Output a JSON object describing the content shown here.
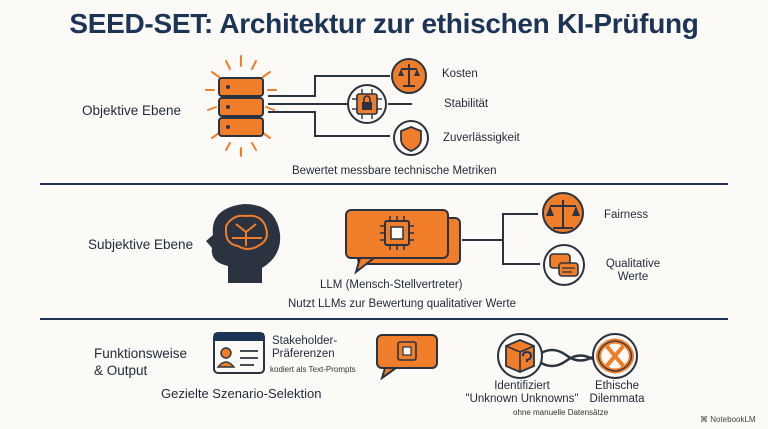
{
  "title": "SEED-SET: Architektur zur ethischen KI-Prüfung",
  "objective": {
    "label": "Objektive Ebene",
    "items": [
      "Kosten",
      "Stabilität",
      "Zuverlässigkeit"
    ],
    "caption": "Bewertet messbare technische Metriken",
    "icons": [
      "server-stack-icon",
      "scales-chess-icon",
      "chip-lock-icon",
      "shield-icon"
    ]
  },
  "subjective": {
    "label": "Subjektive Ebene",
    "llm_label": "LLM (Mensch-Stellvertreter)",
    "caption": "Nutzt LLMs zur Bewertung qualitativer Werte",
    "items": [
      "Fairness",
      "Qualitative\nWerte"
    ],
    "icons": [
      "brain-head-icon",
      "chip-chat-icon",
      "scales-icon",
      "chat-bubbles-icon"
    ]
  },
  "function": {
    "label": "Funktionsweise\n& Output",
    "stakeholder": "Stakeholder-\nPräferenzen",
    "stakeholder_sub": "kodiert als Text-Prompts",
    "selection": "Gezielte Szenario-Selektion",
    "unknowns": "Identifiziert\n\"Unknown Unknowns\"",
    "dilemmas": "Ethische\nDilemmata",
    "footnote": "ohne manuelle Datensätze",
    "icons": [
      "profile-card-icon",
      "chip-chat-icon",
      "box-question-icon",
      "knot-icon"
    ]
  },
  "watermark": "NotebookLM",
  "colors": {
    "navy": "#1c3557",
    "orange": "#f07d2a",
    "dark": "#2b3340"
  }
}
